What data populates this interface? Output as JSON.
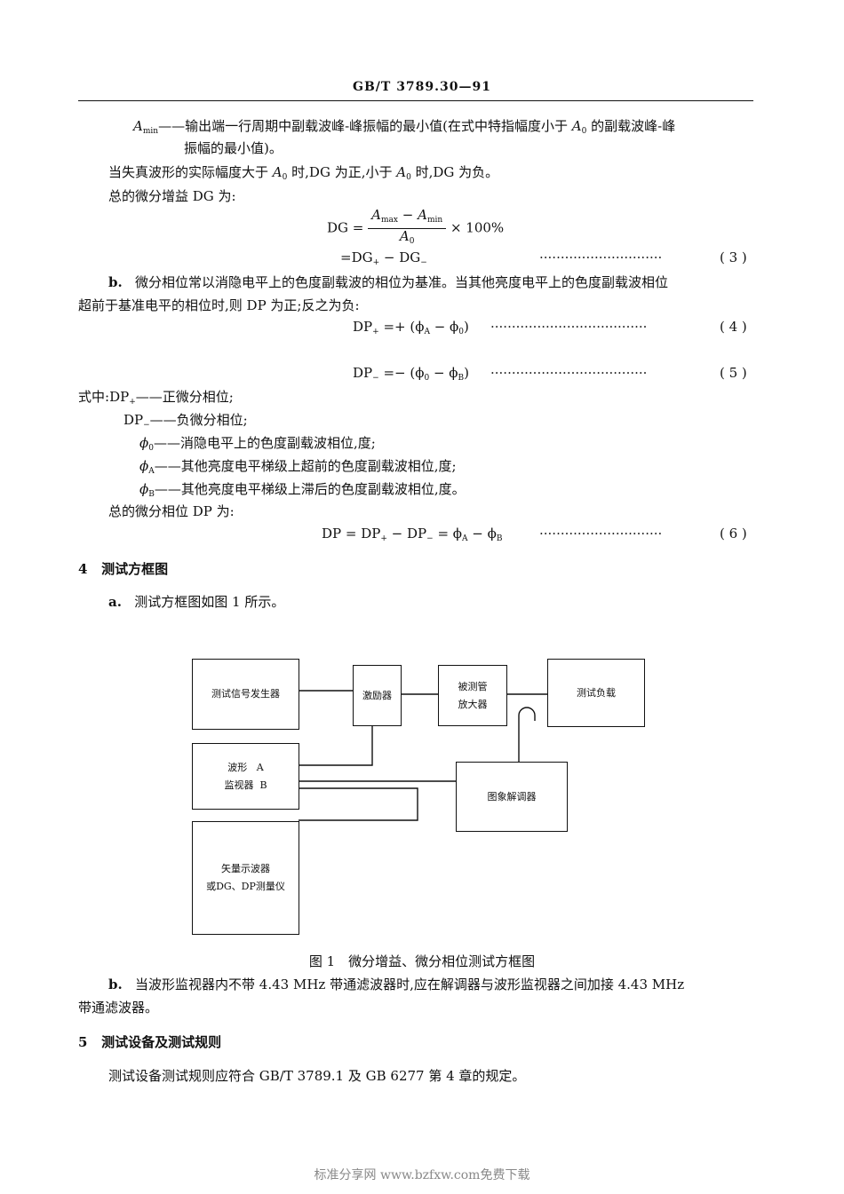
{
  "header": {
    "std_number": "GB/T 3789.30—91"
  },
  "defs": {
    "amin_sym": "A",
    "amin_sub": "min",
    "amin_text_1": "——输出端一行周期中副载波峰-峰振幅的最小值(在式中特指幅度小于",
    "amin_text_a0": "A",
    "amin_text_a0_sub": "0",
    "amin_text_2": "的副载波峰-峰",
    "amin_text_3": "振幅的最小值)。",
    "sign_text_1": "当失真波形的实际幅度大于",
    "sign_text_2": "时,DG 为正,小于",
    "sign_text_3": "时,DG 为负。",
    "dg_intro": "总的微分增益 DG 为:"
  },
  "eq_dg": {
    "lhs": "DG =",
    "num_a": "A",
    "num_a_sub": "max",
    "num_minus": "−",
    "num_b": "A",
    "num_b_sub": "min",
    "den": "A",
    "den_sub": "0",
    "tail": "× 100%",
    "line2": "=DG",
    "line2_plus": "+",
    "line2_mid": "− DG",
    "line2_minus": "−",
    "no": "( 3 )"
  },
  "para_b": {
    "label": "b.",
    "text1": "微分相位常以消隐电平上的色度副载波的相位为基准。当其他亮度电平上的色度副载波相位",
    "text2": "超前于基准电平的相位时,则 DP 为正;反之为负:"
  },
  "eq4": {
    "lhs": "DP",
    "lhs_sub": "+",
    "rhs": "=+ (ϕ",
    "rhs_a": "A",
    "rhs_mid": " − ϕ",
    "rhs_0": "0",
    "rhs_end": ")",
    "no": "( 4 )"
  },
  "eq5": {
    "lhs": "DP",
    "lhs_sub": "−",
    "rhs": "=− (ϕ",
    "rhs_0": "0",
    "rhs_mid": " − ϕ",
    "rhs_b": "B",
    "rhs_end": ")",
    "no": "( 5 )"
  },
  "where": {
    "lead": "式中:",
    "dpp": "DP",
    "dpp_sub": "+",
    "dpp_text": "——正微分相位;",
    "dpm": "DP",
    "dpm_sub": "−",
    "dpm_text": "——负微分相位;",
    "phi0": "ϕ",
    "phi0_sub": "0",
    "phi0_text": "——消隐电平上的色度副载波相位,度;",
    "phiA": "ϕ",
    "phiA_sub": "A",
    "phiA_text": "——其他亮度电平梯级上超前的色度副载波相位,度;",
    "phiB": "ϕ",
    "phiB_sub": "B",
    "phiB_text": "——其他亮度电平梯级上滞后的色度副载波相位,度。"
  },
  "dp_intro": "总的微分相位 DP 为:",
  "eq6": {
    "text": "DP = DP",
    "p": "+",
    "mid": "− DP",
    "m": "−",
    "mid2": "= ϕ",
    "a": "A",
    "mid3": " − ϕ",
    "b": "B",
    "no": "( 6 )"
  },
  "sec4": {
    "num": "4",
    "title": "测试方框图",
    "a_label": "a.",
    "a_text": "测试方框图如图 1 所示。"
  },
  "diagram": {
    "gen": "测试信号发生器",
    "exc": "激励器",
    "dut_1": "被测管",
    "dut_2": "放大器",
    "load": "测试负载",
    "wave_1": "波形",
    "wave_1b": "A",
    "wave_2": "监视器",
    "wave_2b": "B",
    "demod": "图象解调器",
    "vec_1": "矢量示波器",
    "vec_2": "或DG、DP测量仪",
    "caption": "图 1　微分增益、微分相位测试方框图"
  },
  "para_b2": {
    "label": "b.",
    "text1": "当波形监视器内不带 4.43 MHz 带通滤波器时,应在解调器与波形监视器之间加接 4.43 MHz",
    "text2": "带通滤波器。"
  },
  "sec5": {
    "num": "5",
    "title": "测试设备及测试规则",
    "text": "测试设备测试规则应符合 GB/T 3789.1 及 GB 6277 第 4 章的规定。"
  },
  "footer": "标准分享网 www.bzfxw.com免费下载"
}
